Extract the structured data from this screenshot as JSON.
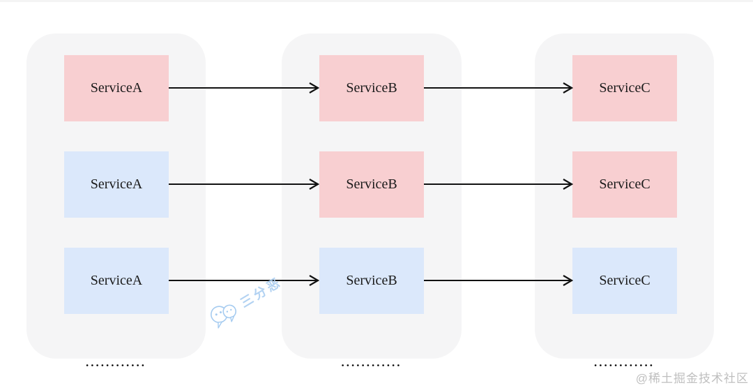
{
  "diagram": {
    "title_hint": "service-cluster-call-chain",
    "colors": {
      "pink": "#f8cfd1",
      "blue": "#dbe8fb",
      "container": "#f5f5f6",
      "arrow": "#111111",
      "label_text": "#1a1a1a"
    },
    "groups": [
      {
        "name": "service-a-cluster",
        "nodes": [
          {
            "label": "ServiceA",
            "color": "pink"
          },
          {
            "label": "ServiceA",
            "color": "blue"
          },
          {
            "label": "ServiceA",
            "color": "blue"
          }
        ],
        "ellipsis": "............"
      },
      {
        "name": "service-b-cluster",
        "nodes": [
          {
            "label": "ServiceB",
            "color": "pink"
          },
          {
            "label": "ServiceB",
            "color": "pink"
          },
          {
            "label": "ServiceB",
            "color": "blue"
          }
        ],
        "ellipsis": "............"
      },
      {
        "name": "service-c-cluster",
        "nodes": [
          {
            "label": "ServiceC",
            "color": "pink"
          },
          {
            "label": "ServiceC",
            "color": "pink"
          },
          {
            "label": "ServiceC",
            "color": "blue"
          }
        ],
        "ellipsis": "............"
      }
    ],
    "edges": [
      {
        "from": "ServiceA",
        "to": "ServiceB",
        "row": 1
      },
      {
        "from": "ServiceB",
        "to": "ServiceC",
        "row": 1
      },
      {
        "from": "ServiceA",
        "to": "ServiceB",
        "row": 2
      },
      {
        "from": "ServiceB",
        "to": "ServiceC",
        "row": 2
      },
      {
        "from": "ServiceA",
        "to": "ServiceB",
        "row": 3
      },
      {
        "from": "ServiceB",
        "to": "ServiceC",
        "row": 3
      }
    ]
  },
  "watermark": {
    "text": "三分恶",
    "icon": "wechat-bubbles-icon",
    "color": "#a5cbf0"
  },
  "credit": {
    "text": "@稀土掘金技术社区",
    "color": "#bfbfbf"
  }
}
